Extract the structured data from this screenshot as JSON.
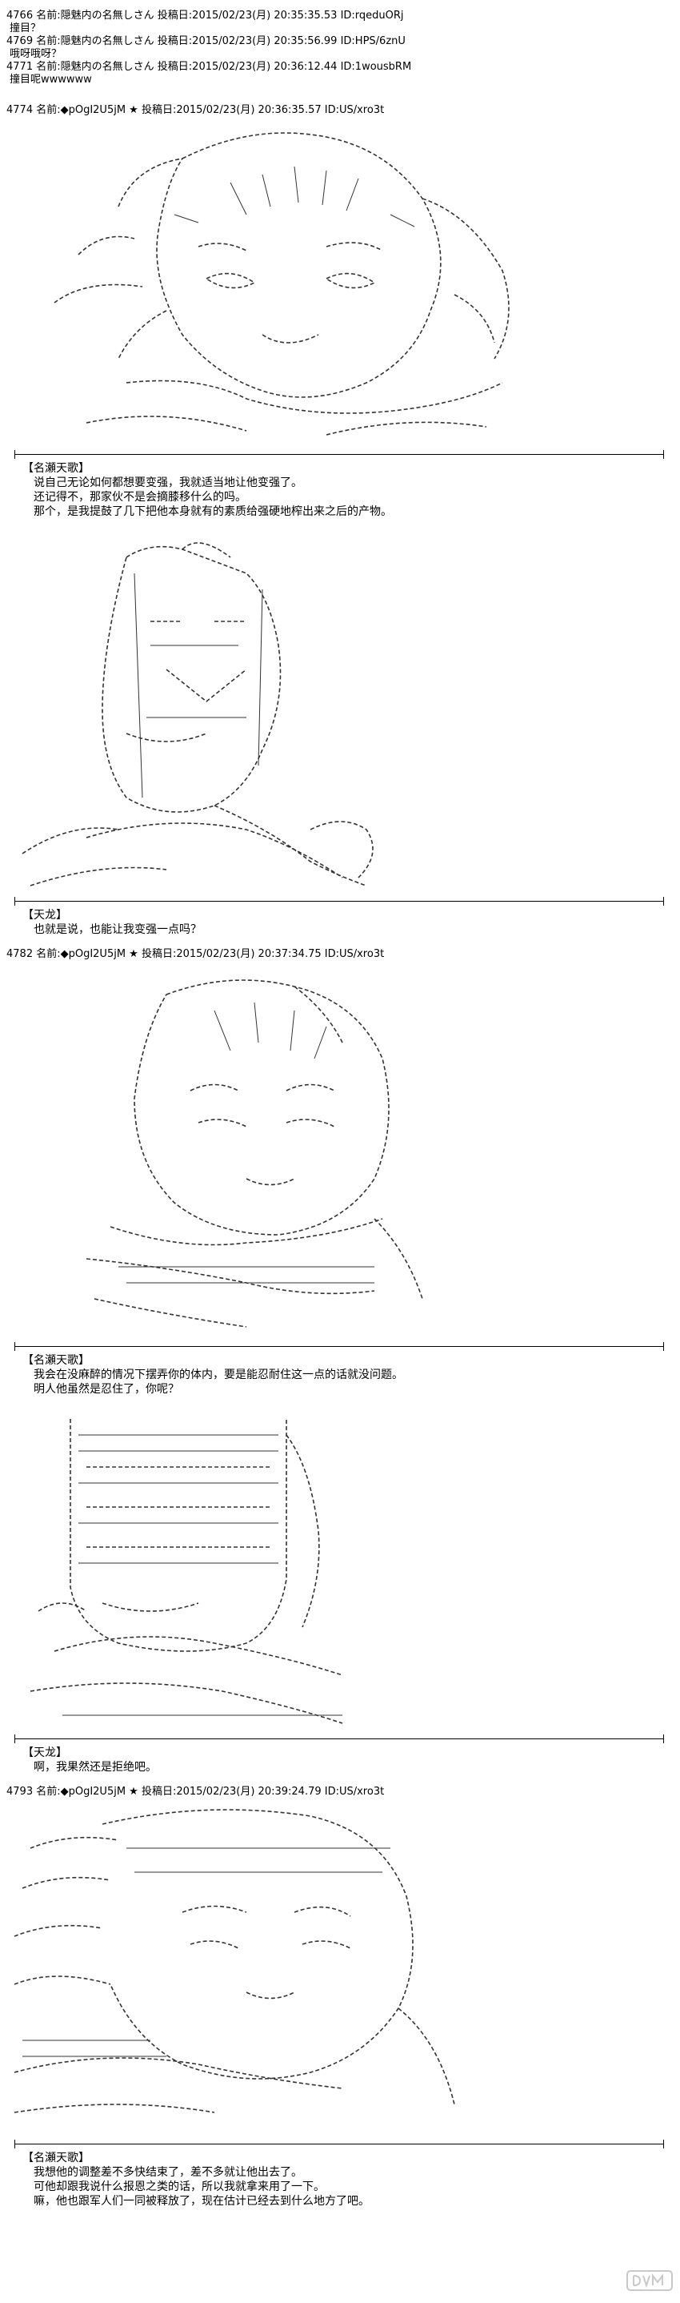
{
  "posts_top": [
    {
      "no": "4766",
      "name_label": "名前:",
      "name": "隠魅内の名無しさん",
      "date_label": "投稿日:",
      "date": "2015/02/23(月) 20:35:35.53",
      "id": "ID:rqeduORj",
      "body": "撞目？"
    },
    {
      "no": "4769",
      "name_label": "名前:",
      "name": "隠魅内の名無しさん",
      "date_label": "投稿日:",
      "date": "2015/02/23(月) 20:35:56.99",
      "id": "ID:HPS/6znU",
      "body": "哦呀哦呀？"
    },
    {
      "no": "4771",
      "name_label": "名前:",
      "name": "隠魅内の名無しさん",
      "date_label": "投稿日:",
      "date": "2015/02/23(月) 20:36:12.44",
      "id": "ID:1wousbRM",
      "body": "撞目呢wwwwww"
    }
  ],
  "post_4774": {
    "header": "4774 名前:◆pOgI2U5jM ★ 投稿日:2015/02/23(月) 20:36:35.57 ID:US/xro3t",
    "speaker": "【名瀬天歌】",
    "lines": [
      "说自己无论如何都想要变强，我就适当地让他变强了。",
      "还记得不，那家伙不是会摘膝移什么的吗。",
      "那个，是我提鼓了几下把他本身就有的素质给强硬地榨出来之后的产物。"
    ]
  },
  "scene_2": {
    "speaker": "【天龙】",
    "lines": [
      "也就是说，也能让我变强一点吗？"
    ]
  },
  "post_4782": {
    "header": "4782 名前:◆pOgI2U5jM ★ 投稿日:2015/02/23(月) 20:37:34.75 ID:US/xro3t",
    "speaker": "【名瀬天歌】",
    "lines": [
      "我会在没麻醉的情况下摆弄你的体内，要是能忍耐住这一点的话就没问题。",
      "明人他虽然是忍住了，你呢？"
    ]
  },
  "scene_4": {
    "speaker": "【天龙】",
    "lines": [
      "啊，我果然还是拒绝吧。"
    ]
  },
  "post_4793": {
    "header": "4793 名前:◆pOgI2U5jM ★ 投稿日:2015/02/23(月) 20:39:24.79 ID:US/xro3t",
    "speaker": "【名瀬天歌】",
    "lines": [
      "我想他的调整差不多快结束了，差不多就让他出去了。",
      "可他却跟我说什么报恩之类的话，所以我就拿来用了一下。",
      "嘛，他也跟军人们一同被释放了，现在估计已经去到什么地方了吧。"
    ]
  },
  "colors": {
    "text": "#000000",
    "background": "#ffffff",
    "aa": "#333333"
  }
}
